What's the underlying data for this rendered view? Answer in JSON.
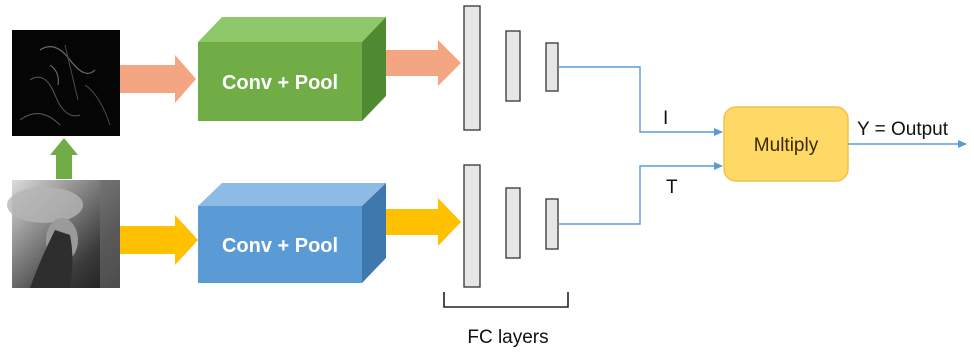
{
  "diagram": {
    "top_branch": {
      "box_label": "Conv + Pool",
      "colors": {
        "front": "#70ad47",
        "top": "#8fc86a",
        "side": "#4e8a2f",
        "arrow": "#f4a582"
      }
    },
    "bottom_branch": {
      "box_label": "Conv + Pool",
      "colors": {
        "front": "#5b9bd5",
        "top": "#8dbbe6",
        "side": "#3f78ad",
        "arrow": "#ffc000"
      }
    },
    "up_arrow_color": "#70ad47",
    "fc_layers_label": "FC layers",
    "signal_i": "I",
    "signal_t": "T",
    "multiply_label": "Multiply",
    "multiply_color": "#ffd966",
    "output_label": "Y = Output",
    "line_color": "#5b9bd5"
  }
}
